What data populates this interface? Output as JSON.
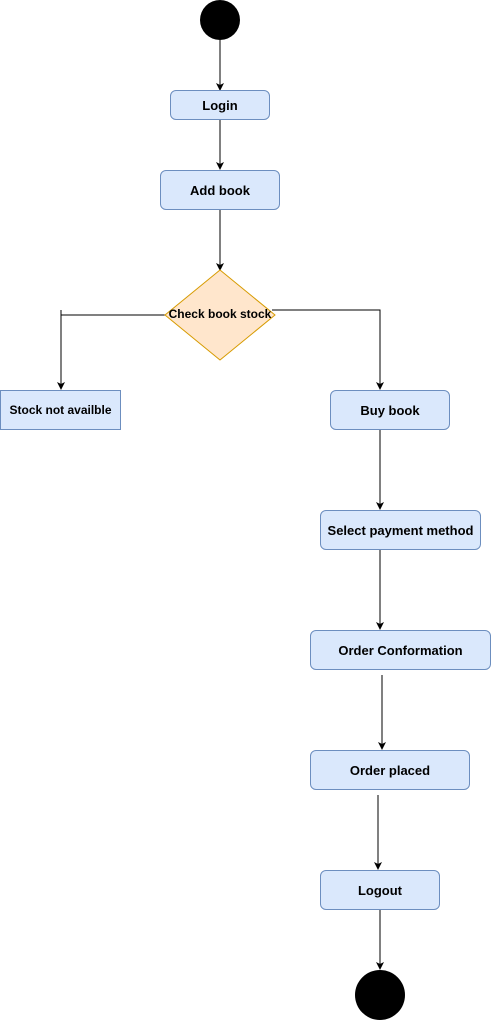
{
  "diagram": {
    "nodes": {
      "login": "Login",
      "add_book": "Add book",
      "check_stock": "Check book stock",
      "stock_not_available": "Stock not availble",
      "buy_book": "Buy book",
      "select_payment": "Select payment method",
      "order_confirmation": "Order Conformation",
      "order_placed": "Order placed",
      "logout": "Logout"
    },
    "colors": {
      "action_fill": "#dae8fc",
      "action_stroke": "#6c8ebf",
      "decision_fill": "#ffe6cc",
      "decision_stroke": "#d79b00",
      "terminal": "#000000"
    }
  }
}
